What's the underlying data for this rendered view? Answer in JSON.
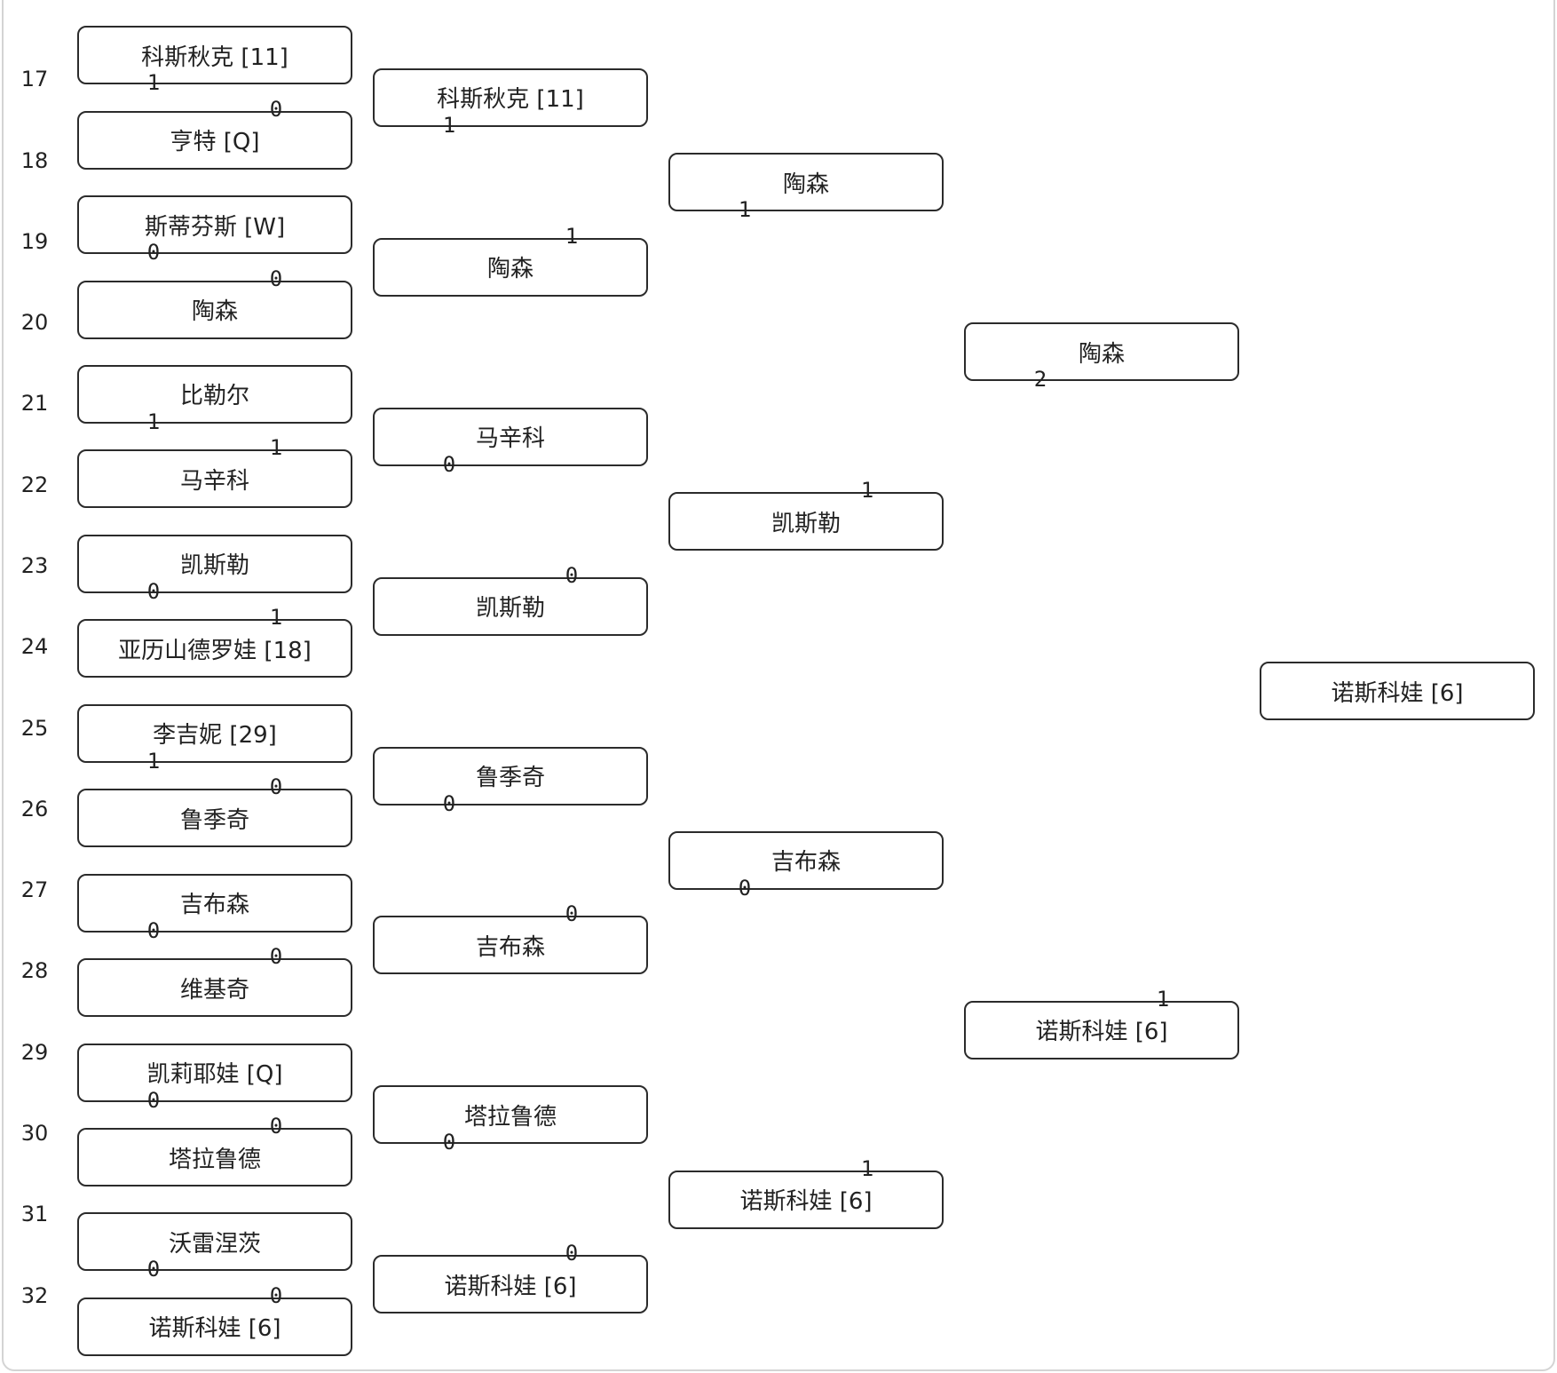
{
  "seeds": [
    "17",
    "18",
    "19",
    "20",
    "21",
    "22",
    "23",
    "24",
    "25",
    "26",
    "27",
    "28",
    "29",
    "30",
    "31",
    "32"
  ],
  "rounds": [
    [
      "科斯秋克 [11]",
      "亨特 [Q]",
      "斯蒂芬斯 [W]",
      "陶森",
      "比勒尔",
      "马辛科",
      "凯斯勒",
      "亚历山德罗娃 [18]",
      "李吉妮 [29]",
      "鲁季奇",
      "吉布森",
      "维基奇",
      "凯莉耶娃 [Q]",
      "塔拉鲁德",
      "沃雷涅茨",
      "诺斯科娃 [6]"
    ],
    [
      "科斯秋克 [11]",
      "陶森",
      "马辛科",
      "凯斯勒",
      "鲁季奇",
      "吉布森",
      "塔拉鲁德",
      "诺斯科娃 [6]"
    ],
    [
      "陶森",
      "凯斯勒",
      "吉布森",
      "诺斯科娃 [6]"
    ],
    [
      "陶森",
      "诺斯科娃 [6]"
    ],
    [
      "诺斯科娃 [6]"
    ]
  ],
  "scores": [
    [
      "1",
      "0",
      "0",
      "0",
      "1",
      "1",
      "0",
      "1",
      "1",
      "0",
      "0",
      "0",
      "0",
      "0",
      "0",
      "0"
    ],
    [
      "1",
      "1",
      "0",
      "0",
      "0",
      "0",
      "0",
      "0"
    ],
    [
      "1",
      "1",
      "0",
      "1"
    ],
    [
      "2",
      "1"
    ]
  ],
  "colors": {
    "border": "#2b2b2b",
    "text": "#222222",
    "frame": "#d4d4d4"
  }
}
